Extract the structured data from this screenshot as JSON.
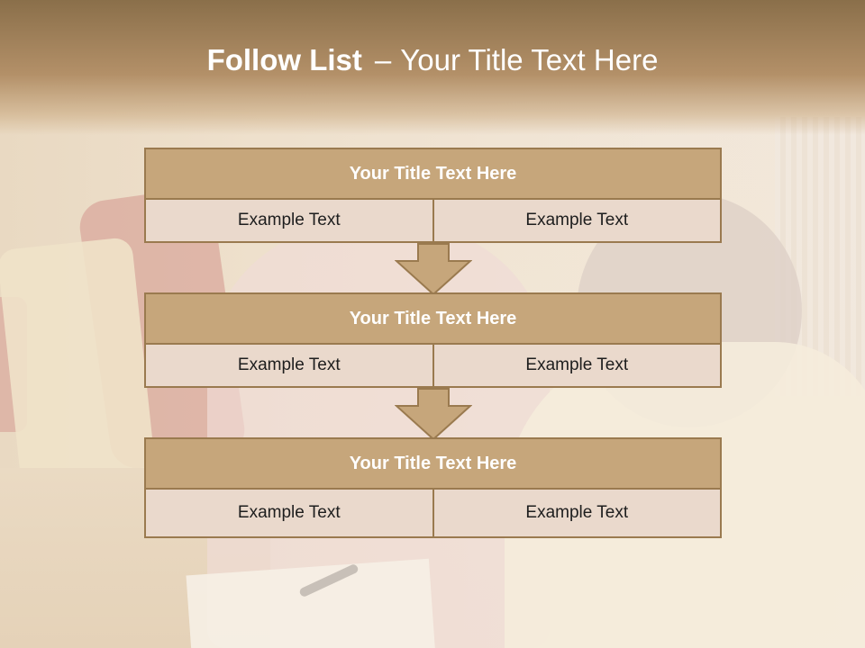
{
  "slide": {
    "title_bold": "Follow List",
    "title_sep": "–",
    "title_rest": "Your Title Text Here"
  },
  "blocks": [
    {
      "title": "Your Title Text Here",
      "left": "Example Text",
      "right": "Example Text"
    },
    {
      "title": "Your Title Text Here",
      "left": "Example Text",
      "right": "Example Text"
    },
    {
      "title": "Your Title Text Here",
      "left": "Example Text",
      "right": "Example Text"
    }
  ],
  "colors": {
    "header_fill": "#c6a67b",
    "cell_fill": "#ead9cc",
    "border": "#9a7a4f",
    "arrow_fill": "#c6a67b"
  },
  "icons": [
    "down-arrow-icon"
  ]
}
